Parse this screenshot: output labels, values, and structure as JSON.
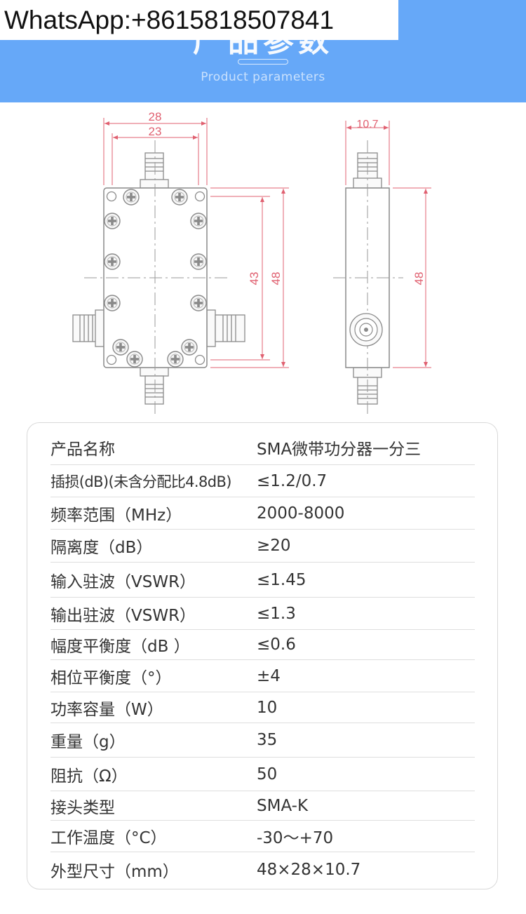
{
  "header": {
    "title": "产品参数",
    "subtitle": "Product parameters"
  },
  "overlay": {
    "whatsapp": "WhatsApp:+8615818507841"
  },
  "drawing": {
    "front": {
      "dim_width_outer": "28",
      "dim_width_inner": "23",
      "dim_height_inner": "43",
      "dim_height_outer": "48"
    },
    "side": {
      "dim_depth": "10.7",
      "dim_height": "48"
    }
  },
  "specs": [
    {
      "label": "产品名称",
      "value": "SMA微带功分器一分三"
    },
    {
      "label": "插损(dB)(未含分配比4.8dB)",
      "value": "≤1.2/0.7"
    },
    {
      "label": "频率范围（MHz）",
      "value": "2000-8000"
    },
    {
      "label": "隔离度（dB）",
      "value": "≥20"
    },
    {
      "label": "输入驻波（VSWR）",
      "value": "≤1.45"
    },
    {
      "label": "输出驻波（VSWR）",
      "value": "≤1.3"
    },
    {
      "label": "幅度平衡度（dB ）",
      "value": "≤0.6"
    },
    {
      "label": "相位平衡度（°）",
      "value": "±4"
    },
    {
      "label": "功率容量（W）",
      "value": "10"
    },
    {
      "label": "重量（g）",
      "value": "35"
    },
    {
      "label": "阻抗（Ω）",
      "value": "50"
    },
    {
      "label": "接头类型",
      "value": "SMA-K"
    },
    {
      "label": "工作温度（°C）",
      "value": "-30～+70"
    },
    {
      "label": "外型尺寸（mm）",
      "value": "48×28×10.7"
    }
  ]
}
